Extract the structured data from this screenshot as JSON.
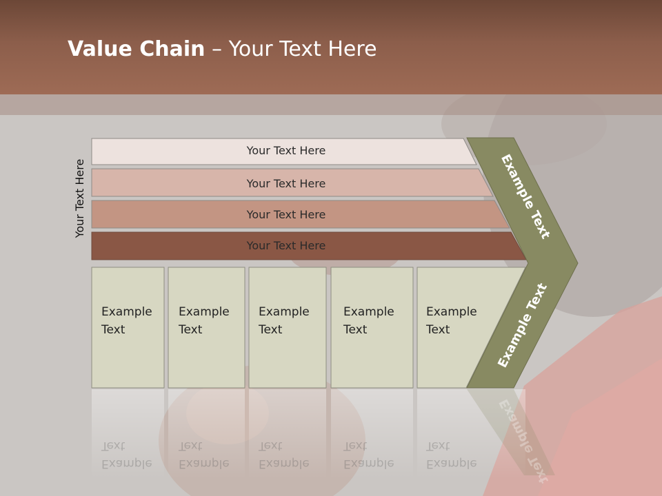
{
  "slide": {
    "title_bold": "Value Chain",
    "title_rest": " – Your Text Here",
    "side_label": "Your Text Here"
  },
  "rows": [
    {
      "label": "Your Text Here",
      "color": "#ede2de"
    },
    {
      "label": "Your Text Here",
      "color": "#d7b5aa"
    },
    {
      "label": "Your Text Here",
      "color": "#c39583"
    },
    {
      "label": "Your Text Here",
      "color": "#8a5745"
    }
  ],
  "columns": [
    {
      "label": "Example\nText"
    },
    {
      "label": "Example\nText"
    },
    {
      "label": "Example\nText"
    },
    {
      "label": "Example\nText"
    },
    {
      "label": "Example\nText"
    }
  ],
  "chevron": {
    "upper_label": "Example Text",
    "lower_label": "Example Text",
    "color": "#888a62"
  },
  "colors": {
    "column_fill": "#d7d7c2",
    "header_brown": "#8c5e4b"
  }
}
